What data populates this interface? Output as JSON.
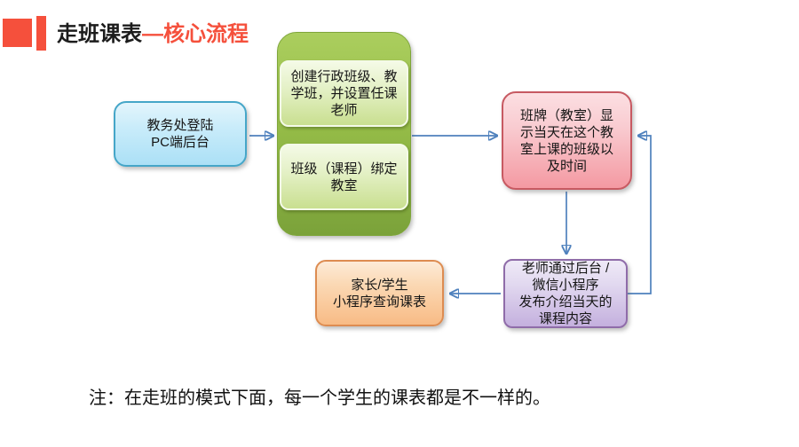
{
  "slide": {
    "title": {
      "black": "走班课表",
      "red": "—核心流程"
    },
    "note": "注：在走班的模式下面，每一个学生的课表都是不一样的。"
  },
  "flowchart": {
    "nodes": {
      "login": {
        "text": "教务处登陆\nPC端后台"
      },
      "create_class": {
        "text": "创建行政班级、教\n学班，并设置任课\n老师"
      },
      "bind_room": {
        "text": "班级（课程）绑定\n教室"
      },
      "board_display": {
        "text": "班牌（教室）显\n示当天在这个教\n室上课的班级以\n及时间"
      },
      "teacher_publish": {
        "text": "老师通过后台 /\n微信小程序\n发布介绍当天的\n课程内容"
      },
      "parent_query": {
        "text": "家长/学生\n小程序查询课表"
      }
    },
    "arrows": [
      {
        "from": "login",
        "to": "create_and_bind_group"
      },
      {
        "from": "create_and_bind_group",
        "to": "board_display"
      },
      {
        "from": "board_display",
        "to": "teacher_publish"
      },
      {
        "from": "teacher_publish",
        "to": "parent_query"
      },
      {
        "from": "teacher_publish",
        "to": "board_display"
      }
    ]
  },
  "colors": {
    "accent_red": "#f5503c",
    "arrow_blue": "#4f81bd",
    "blue_node_border": "#45a6c8",
    "green_group_fill": "#94bb47",
    "pink_node_border": "#c75a62",
    "purple_node_border": "#8f6ca9",
    "orange_node_border": "#dd8c51"
  }
}
